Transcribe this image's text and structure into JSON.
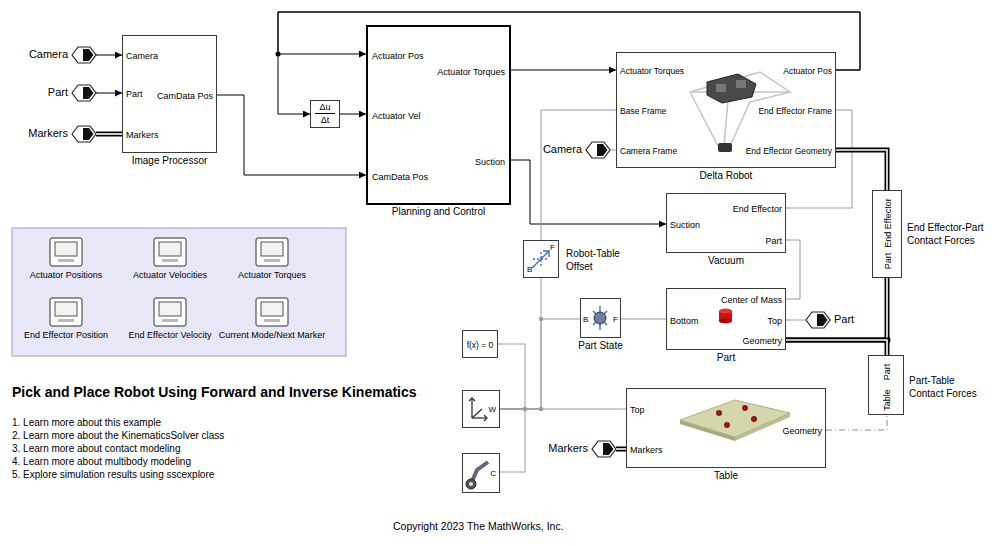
{
  "diagram": {
    "title": "Pick and Place Robot Using Forward and Inverse Kinematics",
    "caption": "Copyright 2023 The MathWorks, Inc.",
    "nodes": [
      {
        "text": [
          "Camera"
        ]
      },
      {
        "text": [
          "Part"
        ]
      },
      {
        "text": [
          "Markers"
        ]
      },
      {
        "text": [
          "Camera",
          "Part",
          "Markers",
          "CamData Pos",
          "Image Processor"
        ]
      },
      {
        "text": [
          "Δu",
          "Δt"
        ]
      },
      {
        "text": [
          "Actuator Pos",
          "Actuator Vel",
          "CamData Pos",
          "Actuator Torques",
          "Suction",
          "Planning and Control"
        ]
      },
      {
        "text": [
          "Actuator Torques",
          "Base Frame",
          "Camera Frame",
          "Actuator Pos",
          "End Effector Frame",
          "End Effector Geometry",
          "Delta Robot"
        ]
      },
      {
        "text": [
          "Camera"
        ]
      },
      {
        "text": [
          "Suction",
          "End Effector",
          "Part",
          "Vacuum"
        ]
      },
      {
        "text": [
          "End Effector",
          "Part",
          "End Effector-Part Contact Forces"
        ]
      },
      {
        "text": [
          "F",
          "B",
          "Robot-Table Offset"
        ]
      },
      {
        "text": [
          "B",
          "F",
          "Part State"
        ]
      },
      {
        "text": [
          "Bottom",
          "Center of Mass",
          "Top",
          "Geometry",
          "Part"
        ]
      },
      {
        "text": [
          "Part"
        ]
      },
      {
        "text": [
          "Part",
          "Table",
          "Part-Table Contact Forces"
        ]
      },
      {
        "text": [
          "f(x) = 0"
        ]
      },
      {
        "text": [
          "W"
        ]
      },
      {
        "text": [
          "C"
        ]
      },
      {
        "text": [
          "Top",
          "Markers",
          "Geometry",
          "Table"
        ]
      },
      {
        "text": [
          "Markers"
        ]
      },
      {
        "text": [
          "Actuator Positions"
        ]
      },
      {
        "text": [
          "Actuator Velocities"
        ]
      },
      {
        "text": [
          "Actuator Torques"
        ]
      },
      {
        "text": [
          "End Effector Position"
        ]
      },
      {
        "text": [
          "End Effector Velocity"
        ]
      },
      {
        "text": [
          "Current Mode/Next Marker"
        ]
      }
    ],
    "edges": [
      {
        "from": 0,
        "to": 3,
        "arrow": "to"
      },
      {
        "from": 1,
        "to": 3,
        "arrow": "to"
      },
      {
        "from": 2,
        "to": 3,
        "arrow": "none"
      },
      {
        "from": 3,
        "to": 5,
        "arrow": "to"
      },
      {
        "from": 6,
        "to": 5,
        "arrow": "to"
      },
      {
        "from": 6,
        "to": 4,
        "arrow": "to"
      },
      {
        "from": 4,
        "to": 5,
        "arrow": "to"
      },
      {
        "from": 5,
        "to": 6,
        "arrow": "to"
      },
      {
        "from": 5,
        "to": 8,
        "arrow": "to"
      },
      {
        "from": 7,
        "to": 6,
        "arrow": "none"
      },
      {
        "from": 6,
        "to": 10,
        "arrow": "none"
      },
      {
        "from": 6,
        "to": 8,
        "arrow": "none"
      },
      {
        "from": 6,
        "to": 9,
        "arrow": "none"
      },
      {
        "from": 8,
        "to": 12,
        "arrow": "none"
      },
      {
        "from": 12,
        "to": 9,
        "arrow": "none"
      },
      {
        "from": 12,
        "to": 14,
        "arrow": "none"
      },
      {
        "from": 18,
        "to": 14,
        "arrow": "none"
      },
      {
        "from": 12,
        "to": 13,
        "arrow": "none"
      },
      {
        "from": 11,
        "to": 12,
        "arrow": "none"
      },
      {
        "from": 16,
        "to": 10,
        "arrow": "none"
      },
      {
        "from": 16,
        "to": 11,
        "arrow": "none"
      },
      {
        "from": 16,
        "to": 18,
        "arrow": "none"
      },
      {
        "from": 16,
        "to": 15,
        "arrow": "none"
      },
      {
        "from": 16,
        "to": 17,
        "arrow": "none"
      },
      {
        "from": 19,
        "to": 18,
        "arrow": "none"
      }
    ],
    "labels": [
      "1. Learn more about this example",
      "2. Learn more about the KinematicsSolver class",
      "3. Learn more about contact modeling",
      "4. Learn more about multibody modeling",
      "5. Explore simulation results using sscexplore"
    ]
  }
}
